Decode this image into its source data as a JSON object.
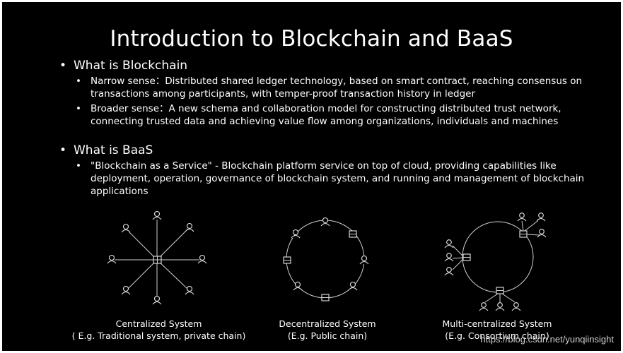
{
  "title": "Introduction to Blockchain and BaaS",
  "sections": [
    {
      "heading": "What is Blockchain",
      "items": [
        "Narrow sense：Distributed shared ledger technology, based on smart contract, reaching consensus on transactions among participants, with temper-proof transaction history in ledger",
        "Broader sense：A new schema and collaboration model for constructing distributed trust network, connecting trusted data and achieving value flow among organizations, individuals and machines"
      ]
    },
    {
      "heading": "What is BaaS",
      "items": [
        "\"Blockchain as a Service\" - Blockchain platform service on top of cloud, providing capabilities like deployment, operation, governance of blockchain system, and running and management of blockchain applications"
      ]
    }
  ],
  "bullet_glyph": "•",
  "diagrams": {
    "centralized": {
      "title": "Centralized System",
      "subtitle": "( E.g. Traditional system, private chain)"
    },
    "decentralized": {
      "title": "Decentralized System",
      "subtitle": "(E.g. Public chain)"
    },
    "multi": {
      "title": "Multi-centralized System",
      "subtitle": "(E.g. Consortium chain)"
    }
  },
  "icons": {
    "user": "user-icon",
    "server": "server-node-icon"
  },
  "watermark": "https://blog.csdn.net/yunqiinsight",
  "colors": {
    "background": "#000000",
    "text": "#ffffff",
    "lines": "#cfcfcf"
  }
}
